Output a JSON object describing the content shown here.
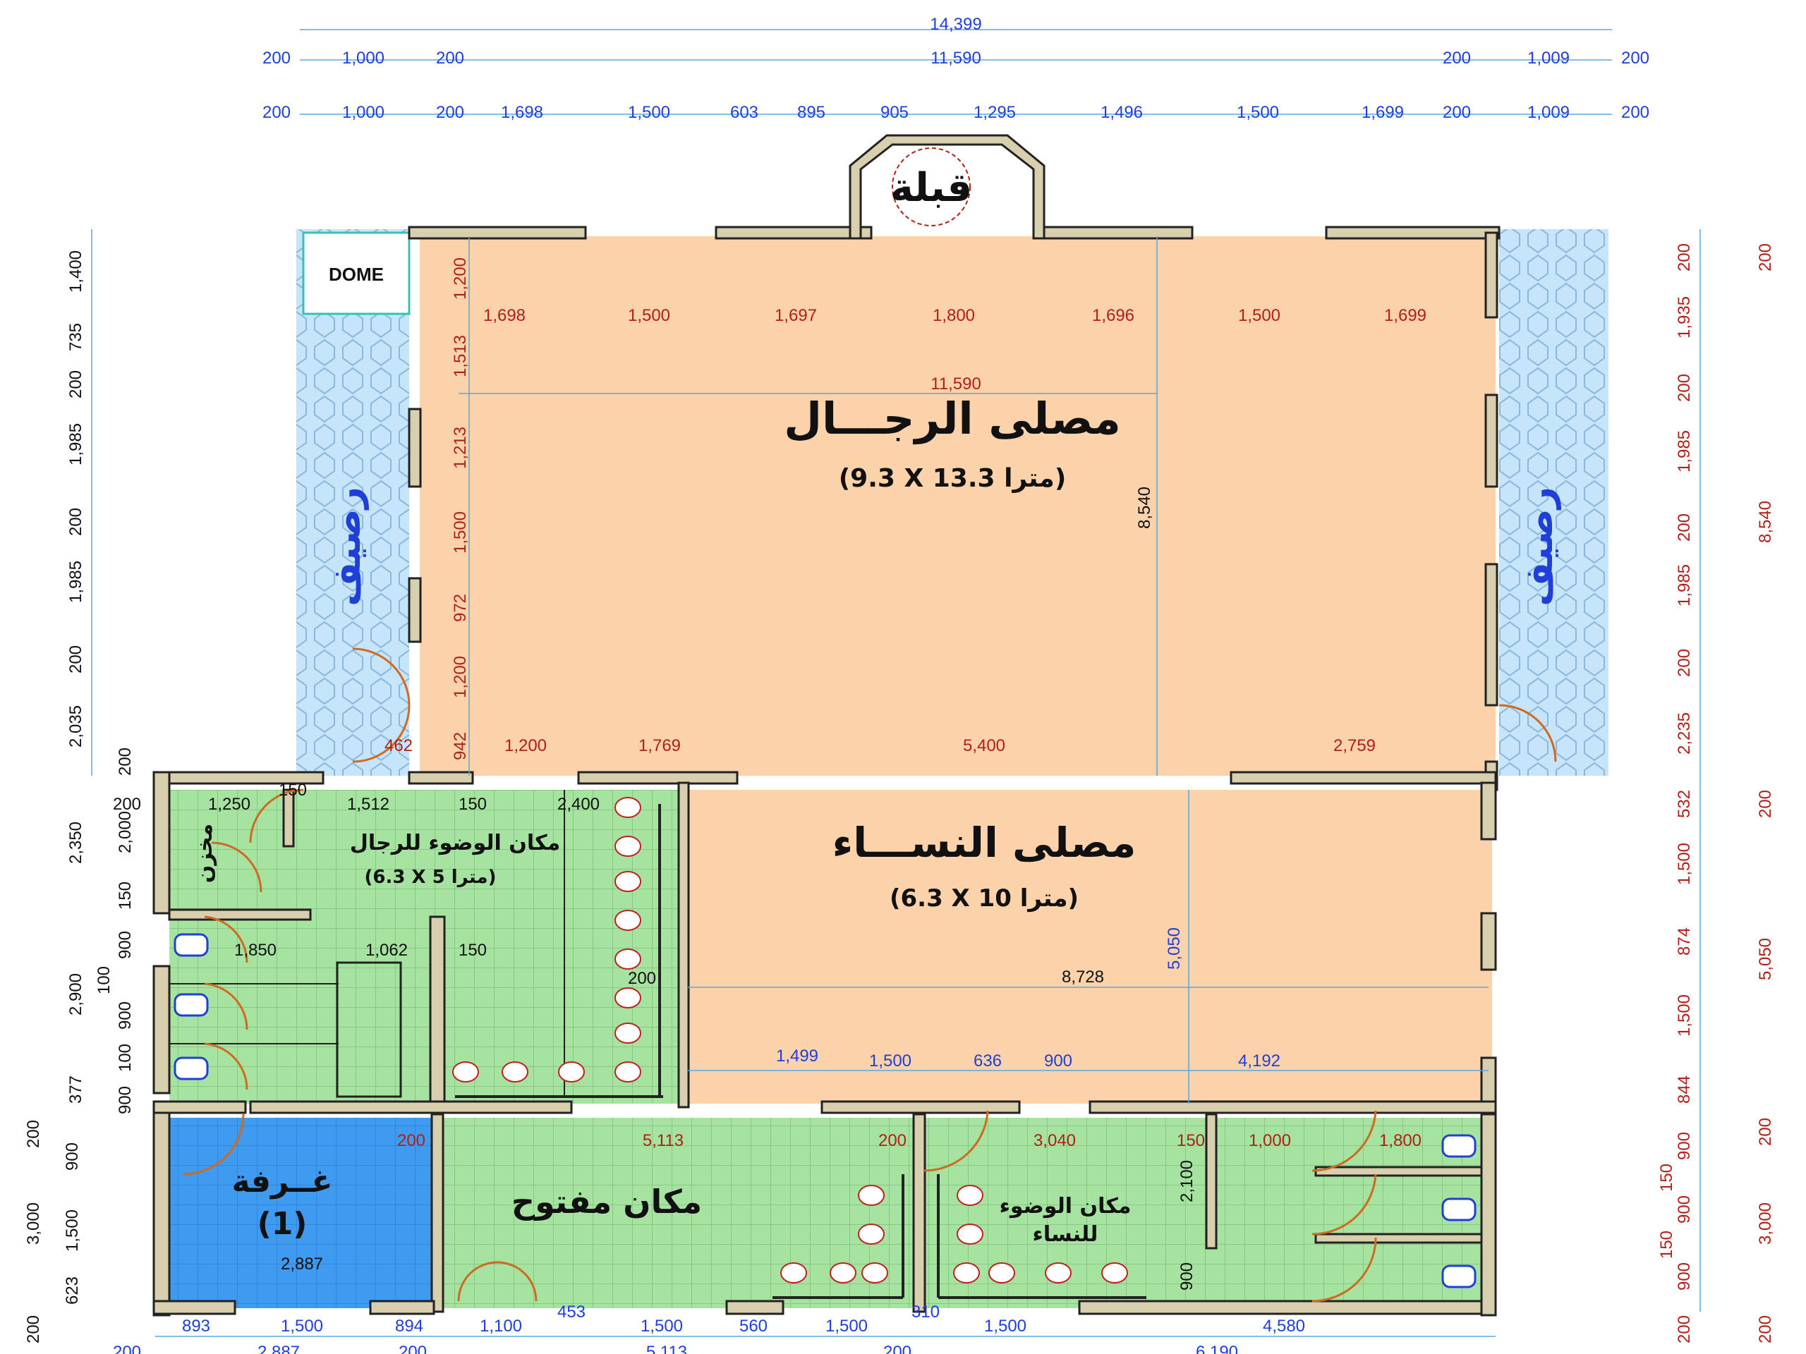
{
  "rooms": {
    "qibla": "قبلة",
    "dome": "DOME",
    "men_hall": "مصلى الرجـــال",
    "men_hall_size": "(9.3 X 13.3 مترا)",
    "women_hall": "مصلى النســـاء",
    "women_hall_size": "(6.3 X 10 مترا)",
    "men_wudu": "مكان الوضوء للرجال",
    "men_wudu_size": "(6.3 X 5 مترا)",
    "storage": "مخزن",
    "room1_title": "غــرفة",
    "room1_num": "(1)",
    "open_space": "مكان مفتوح",
    "women_wudu_1": "مكان الوضوء",
    "women_wudu_2": "للنساء",
    "sidewalk_left": "رصيف",
    "sidewalk_right": "رصيف"
  },
  "dims": {
    "top_total": "14,399",
    "top_row2": [
      "200",
      "1,000",
      "200",
      "11,590",
      "200",
      "1,009",
      "200"
    ],
    "top_row3": [
      "200",
      "1,000",
      "200",
      "1,698",
      "1,500",
      "603",
      "895",
      "905",
      "1,295",
      "1,496",
      "1,500",
      "1,699",
      "200",
      "1,009",
      "200"
    ],
    "men_row": [
      "1,698",
      "1,500",
      "1,697",
      "1,800",
      "1,696",
      "1,500",
      "1,699"
    ],
    "men_width": "11,590",
    "men_depth": "8,540",
    "men_left_col": [
      "1,200",
      "1,513",
      "1,213",
      "1,500",
      "972",
      "1,200",
      "942"
    ],
    "men_bottom": [
      "462",
      "1,200",
      "1,769",
      "5,400",
      "2,759"
    ],
    "left_outer": [
      "1,400",
      "735",
      "200",
      "1,985",
      "200",
      "1,985",
      "200",
      "2,035",
      "200",
      "2,350",
      "2,900",
      "377",
      "200",
      "3,000",
      "200"
    ],
    "left_inner": [
      "2,000",
      "150",
      "900",
      "100",
      "900",
      "100",
      "900",
      "900",
      "1,500",
      "623"
    ],
    "right_inner": [
      "200",
      "1,935",
      "200",
      "1,985",
      "200",
      "1,985",
      "200",
      "2,235",
      "532",
      "1,500",
      "874",
      "1,500",
      "844",
      "900",
      "150",
      "900",
      "150",
      "900",
      "200"
    ],
    "right_outer": [
      "200",
      "8,540",
      "200",
      "5,050",
      "200",
      "3,000",
      "200"
    ],
    "wudu_row": [
      "200",
      "1,250",
      "150",
      "1,512",
      "150",
      "2,400"
    ],
    "toilet_row": [
      "1,850",
      "1,062",
      "150",
      "200"
    ],
    "women_width": "8,728",
    "women_depth": "5,050",
    "women_bottom": [
      "1,499",
      "1,500",
      "636",
      "900",
      "4,192"
    ],
    "lower_row": [
      "200",
      "5,113",
      "200",
      "3,040",
      "150",
      "1,000",
      "1,800"
    ],
    "room1_width": "2,887",
    "vert_2100": "2,100",
    "vert_900": "900",
    "bottom_row1": [
      "893",
      "1,500",
      "894",
      "1,100",
      "453",
      "1,500",
      "560",
      "1,500",
      "310",
      "1,500",
      "4,580"
    ],
    "bottom_row2": [
      "200",
      "2,887",
      "200",
      "5,113",
      "200",
      "6,190"
    ]
  },
  "colors": {
    "men_hall": "#fbd2aa",
    "wudu": "#a6e3a1",
    "room1": "#3e9bf0",
    "sidewalk": "#c7e5fa",
    "wall": "#d8cfae",
    "dim_blue": "#1f3fd6",
    "dim_red": "#b0201a"
  }
}
